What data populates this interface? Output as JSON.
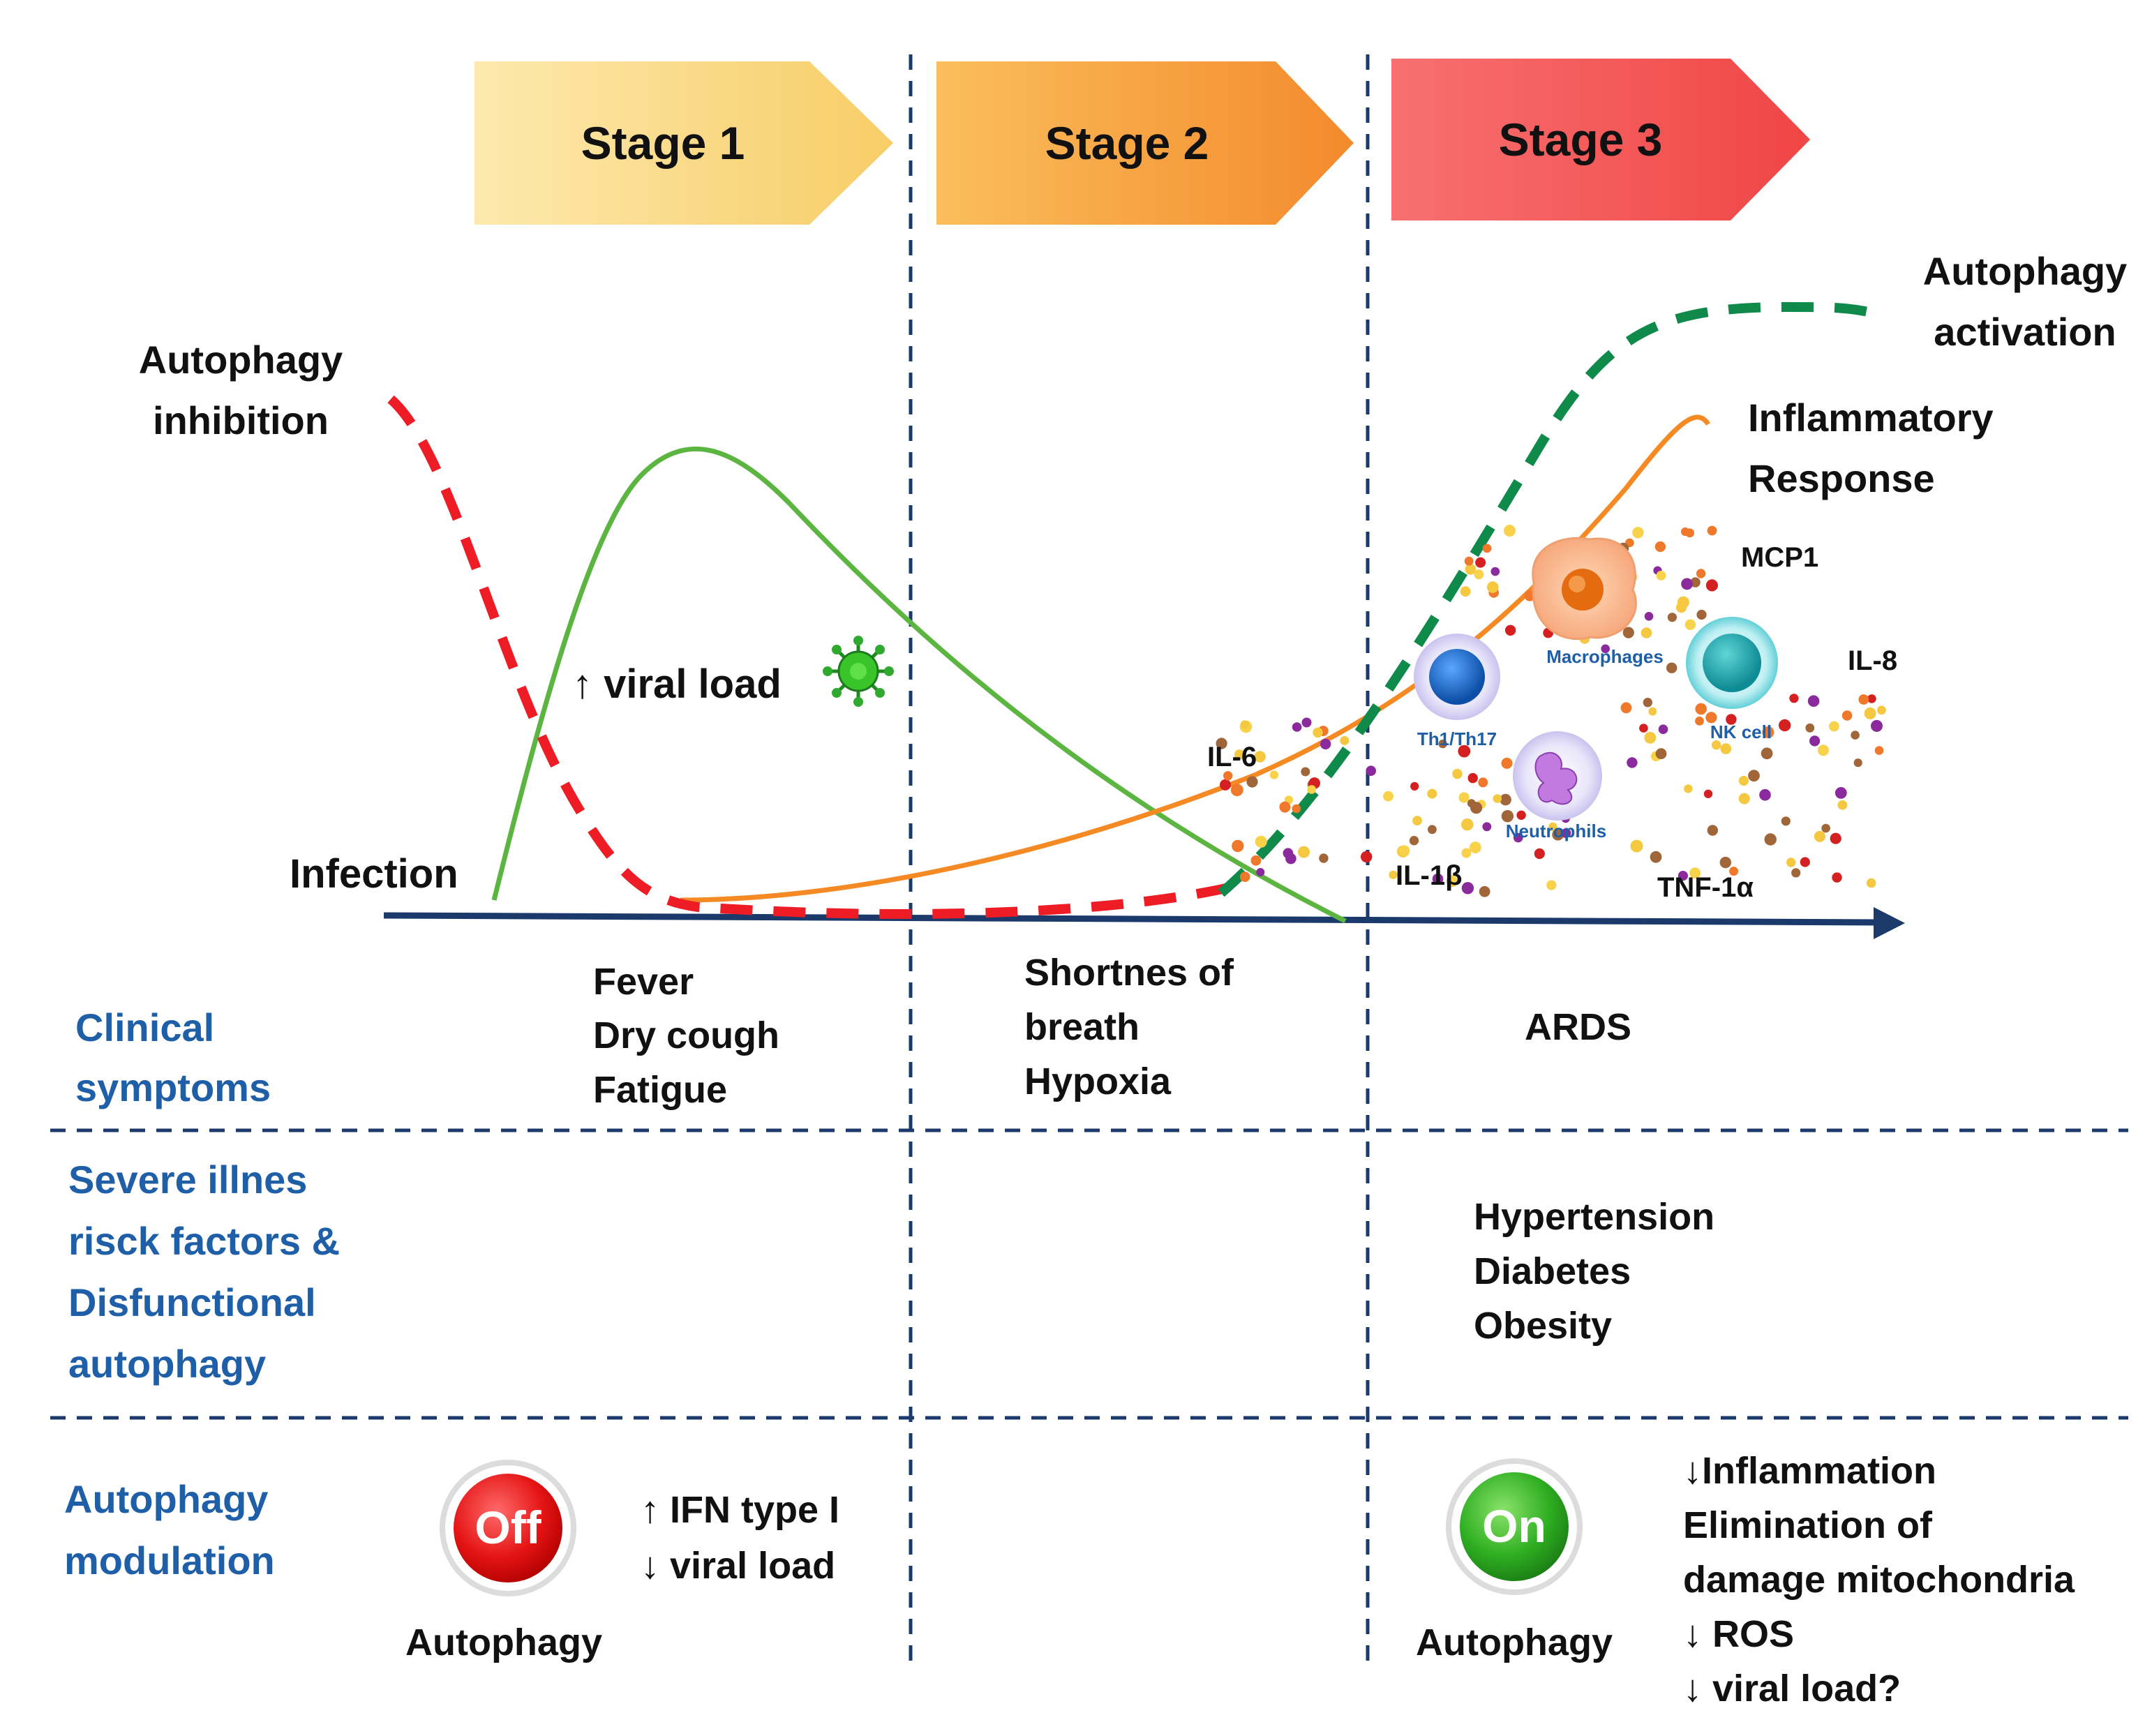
{
  "stages": [
    {
      "label": "Stage 1",
      "color_from": "#fbe3a0",
      "color_to": "#f8cf6a"
    },
    {
      "label": "Stage 2",
      "color_from": "#f9b857",
      "color_to": "#f48c30"
    },
    {
      "label": "Stage 3",
      "color_from": "#f86a6a",
      "color_to": "#f24848"
    }
  ],
  "curve_labels": {
    "autophagy_inhibition": [
      "Autophagy",
      "inhibition"
    ],
    "autophagy_activation": [
      "Autophagy",
      "activation"
    ],
    "inflammatory_response": [
      "Inflammatory",
      "Response"
    ],
    "infection": "Infection",
    "viral_load": "↑ viral load"
  },
  "cells": {
    "macrophages": "Macrophages",
    "th": "Th1/Th17",
    "nk": "NK cell",
    "neutrophils": "Neutrophils"
  },
  "cytokines": {
    "mcp1": "MCP1",
    "il8": "IL-8",
    "il6": "IL-6",
    "il1b": "IL-1β",
    "tnf": "TNF-1α"
  },
  "rows": [
    {
      "title": [
        "Clinical",
        "symptoms"
      ],
      "stage1": [
        "Fever",
        "Dry cough",
        "Fatigue"
      ],
      "stage2": [
        "Shortnes of",
        "breath",
        "Hypoxia"
      ],
      "stage3": [
        "ARDS"
      ]
    },
    {
      "title": [
        "Severe illnes",
        "risck factors &",
        "Disfunctional",
        "autophagy"
      ],
      "stage3": [
        "Hypertension",
        "Diabetes",
        "Obesity"
      ]
    },
    {
      "title": [
        "Autophagy",
        "modulation"
      ],
      "off_button": "Off",
      "off_caption": "Autophagy",
      "stage1_effects": [
        "↑ IFN type I",
        "↓ viral load"
      ],
      "on_button": "On",
      "on_caption": "Autophagy",
      "stage3_effects": [
        "↓Inflammation",
        "Elimination of",
        "damage mitochondria",
        "↓ ROS",
        "↓ viral load?"
      ]
    }
  ],
  "colors": {
    "viral_curve": "#5cb540",
    "inflammatory_curve": "#f58a24",
    "inhibition_curve": "#ee1c24",
    "activation_curve": "#0f8a4a",
    "axis": "#1b3a6b",
    "row_title": "#1f5fa8",
    "off": "#e01010",
    "on": "#2ca82c"
  }
}
